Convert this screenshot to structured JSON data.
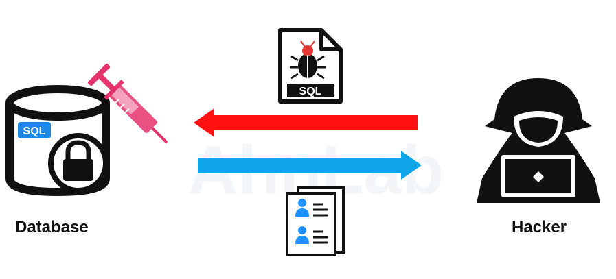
{
  "database": {
    "label": "Database",
    "badge": "SQL"
  },
  "hacker": {
    "label": "Hacker"
  },
  "payload_file": {
    "badge": "SQL"
  },
  "watermark": {
    "text": "AhnLab"
  },
  "colors": {
    "attack_arrow": "#ff1111",
    "response_arrow": "#0ea5e9",
    "syringe": "#e5336b",
    "sql_badge": "#1e88e5",
    "person": "#1e90ff",
    "dark": "#111111"
  },
  "icons": [
    "database-icon",
    "lock-icon",
    "syringe-icon",
    "bug-icon",
    "sql-file-icon",
    "documents-icon",
    "hacker-icon",
    "laptop-icon"
  ]
}
